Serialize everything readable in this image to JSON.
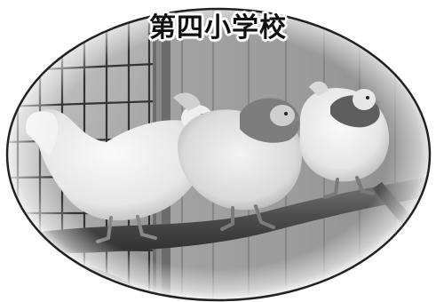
{
  "caption": "第四小学校",
  "photo": {
    "subject": "three-chickens-on-perch",
    "style": "grayscale",
    "frame": "oval-vignette",
    "colors": {
      "background": "#ffffff",
      "wall": "#9a9a9a",
      "bird_body": "#ececec",
      "perch": "#5a5a5a",
      "bars": "#3a3a3a"
    }
  }
}
